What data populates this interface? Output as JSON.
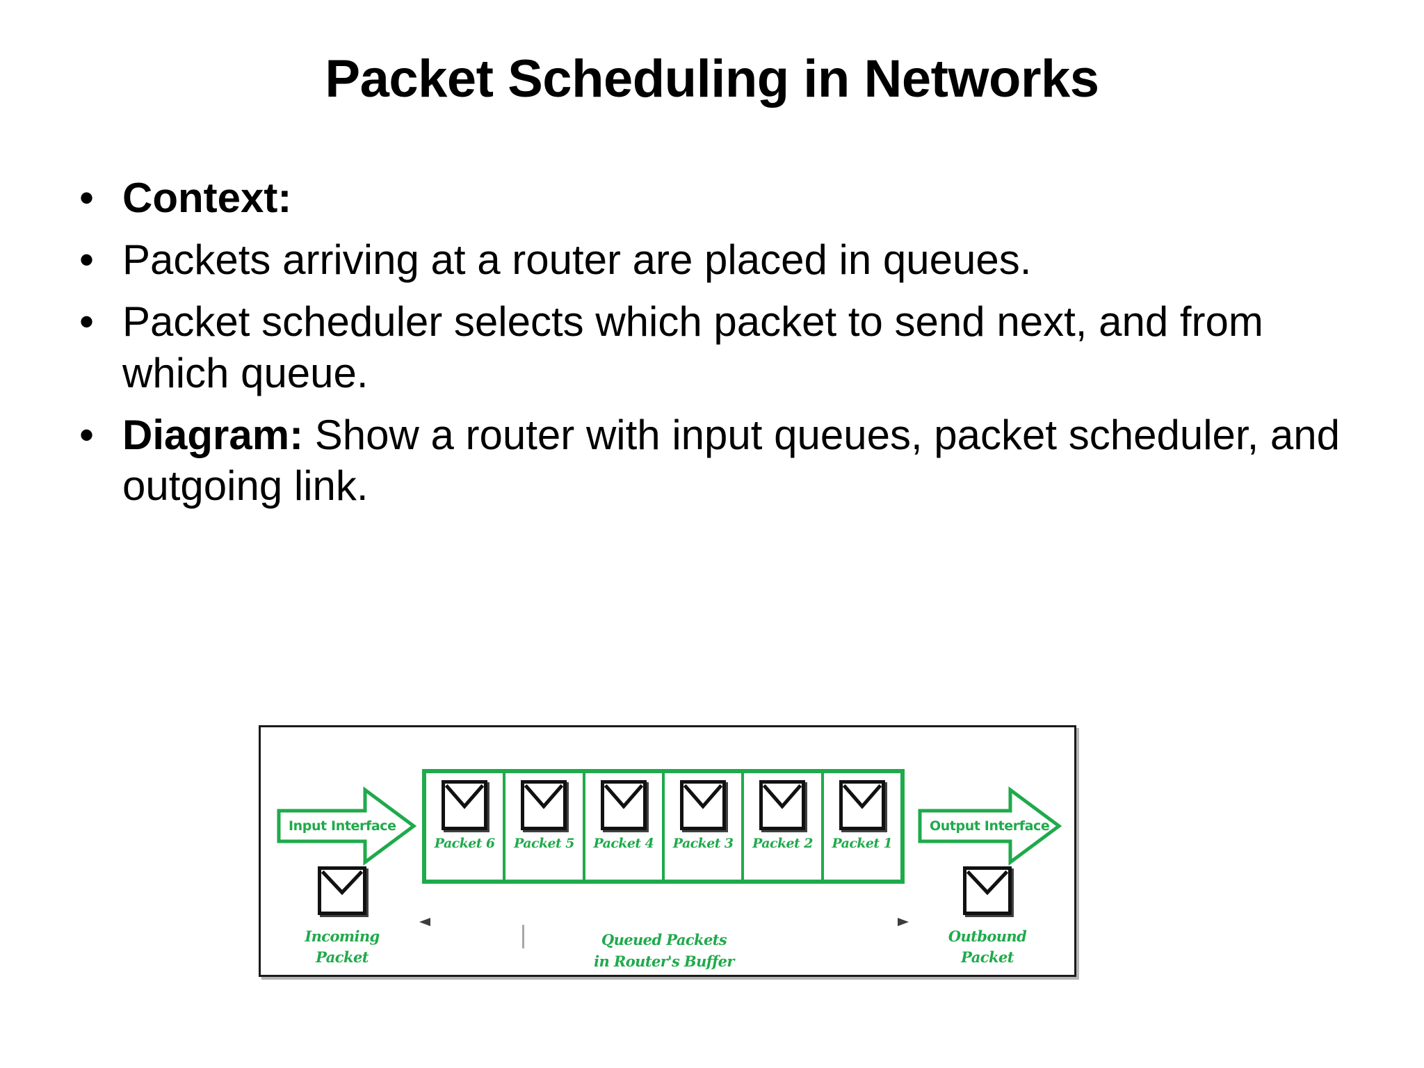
{
  "slide": {
    "title": "Packet Scheduling in Networks",
    "bullets": [
      {
        "id": "context",
        "lead": "Context:",
        "rest": "",
        "all_bold": true
      },
      {
        "id": "queues",
        "lead": "",
        "rest": "Packets arriving at a router are placed in queues.",
        "all_bold": false
      },
      {
        "id": "scheduler",
        "lead": "",
        "rest": "Packet scheduler selects which packet to send next, and from which queue.",
        "all_bold": false
      },
      {
        "id": "diagram",
        "lead": "Diagram:",
        "rest": " Show a router with input queues, packet scheduler, and outgoing link.",
        "all_bold": false
      }
    ],
    "bullet_marker": "•"
  },
  "diagram": {
    "input_interface_label": "Input Interface",
    "output_interface_label": "Output Interface",
    "incoming_packet_label": "Incoming\nPacket",
    "outbound_packet_label": "Outbound\nPacket",
    "queued_label_line1": "Queued Packets",
    "queued_label_line2": "in Router's Buffer",
    "queue_cells": [
      {
        "label": "Packet 6"
      },
      {
        "label": "Packet 5"
      },
      {
        "label": "Packet 4"
      },
      {
        "label": "Packet 3"
      },
      {
        "label": "Packet 2"
      },
      {
        "label": "Packet 1"
      }
    ],
    "colors": {
      "green": "#1faa4b",
      "envelope": "#111111",
      "frame": "#1a1a1a",
      "measure_arrow": "#8a8a8a",
      "text": "#000000",
      "background": "#ffffff"
    }
  }
}
